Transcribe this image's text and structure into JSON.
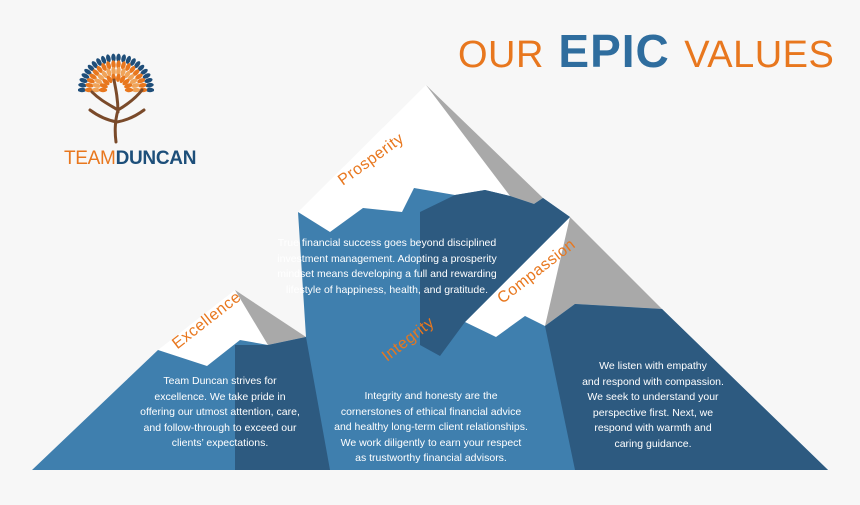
{
  "brand": {
    "logo_alt": "Team Duncan tree logo",
    "name_part1": "TEAM",
    "name_part2": "DUNCAN"
  },
  "headline": {
    "word1": "OUR",
    "word2": "EPIC",
    "word3": "VALUES"
  },
  "values": [
    {
      "label": "Prosperity",
      "text": "True financial success goes beyond disciplined\ninvestment management. Adopting a prosperity\nmindset means developing a full and rewarding\nlifestyle of happiness, health, and gratitude."
    },
    {
      "label": "Excellence",
      "text": "Team Duncan strives for\nexcellence. We take pride in\noffering our utmost attention, care,\nand follow-through to exceed our\nclients’ expectations."
    },
    {
      "label": "Integrity",
      "text": "Integrity and honesty are the\ncornerstones of ethical financial advice\nand healthy long-term client relationships.\nWe work diligently to earn your respect\nas trustworthy financial advisors."
    },
    {
      "label": "Compassion",
      "text": "We listen with empathy\nand respond with compassion.\nWe seek to understand your\nperspective first. Next, we\nrespond with warmth and\ncaring guidance."
    }
  ],
  "colors": {
    "orange": "#e8771e",
    "blue": "#3f7fae",
    "dark_blue": "#2d5a80",
    "gray": "#a9a9a9",
    "white": "#ffffff"
  }
}
